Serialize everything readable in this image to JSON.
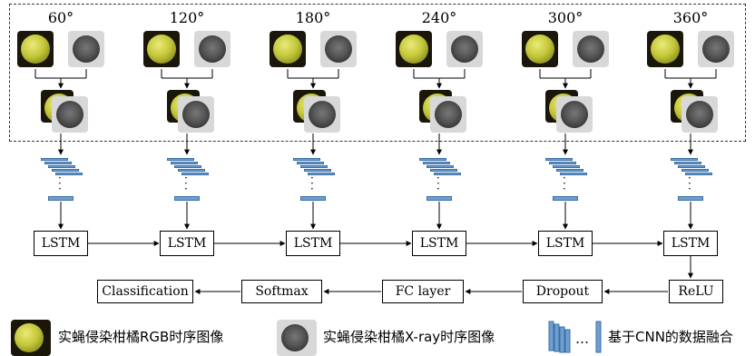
{
  "angles": [
    "60°",
    "120°",
    "180°",
    "240°",
    "300°",
    "360°"
  ],
  "lstm": {
    "label": "LSTM"
  },
  "pipeline": {
    "relu": "ReLU",
    "dropout": "Dropout",
    "fc": "FC layer",
    "softmax": "Softmax",
    "classification": "Classification"
  },
  "legend": {
    "rgb": "实蝇侵染柑橘RGB时序图像",
    "xray": "实蝇侵染柑橘X-ray时序图像",
    "cnn_dots": "…",
    "cnn": "基于CNN的数据融合"
  }
}
